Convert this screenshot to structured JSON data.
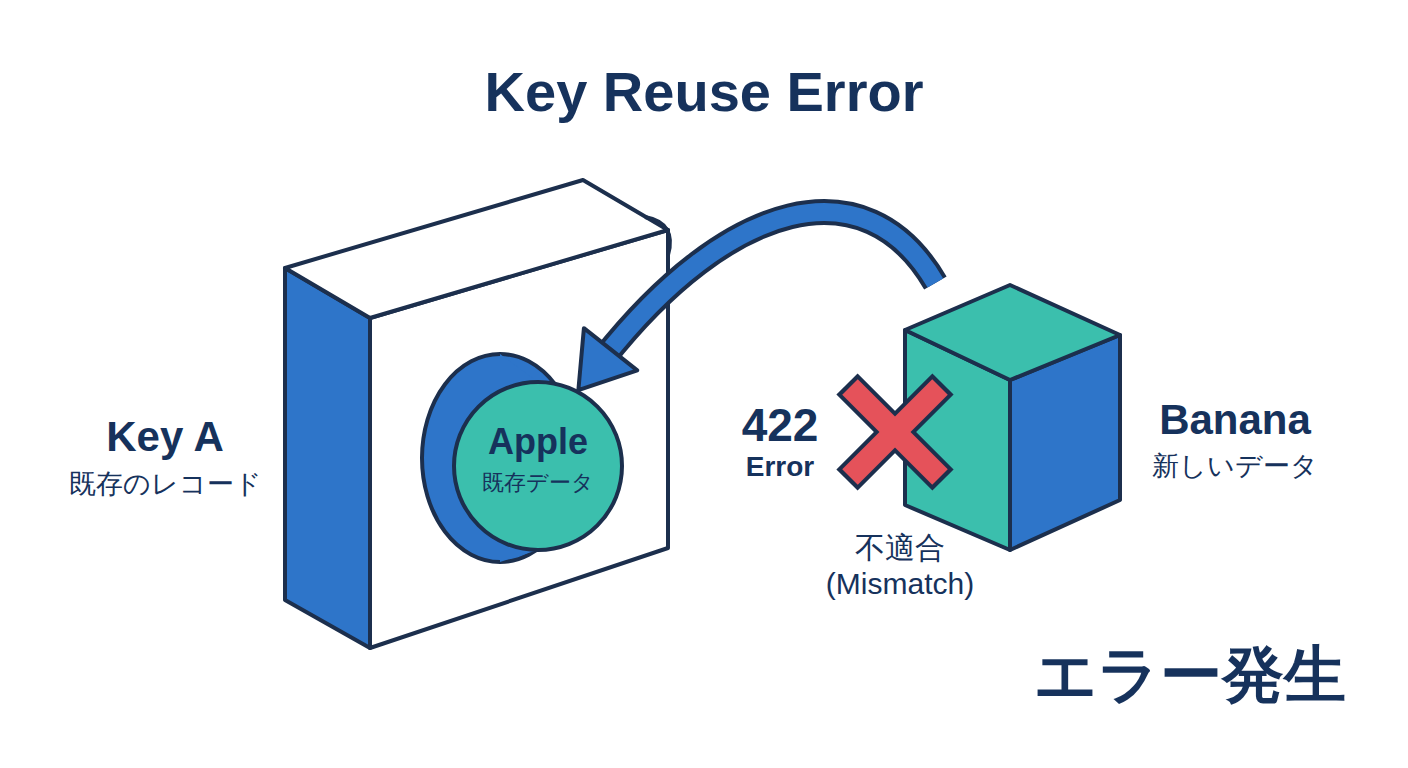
{
  "diagram": {
    "title": "Key Reuse Error",
    "nodes": [
      {
        "text": [
          "Key A",
          "既存のレコード"
        ]
      },
      {
        "text": [
          "Apple",
          "既存データ"
        ],
        "in": 0
      },
      {
        "text": [
          "Banana",
          "新しいデータ"
        ]
      }
    ],
    "edges": [
      {
        "from": 2,
        "to": 1,
        "arrow": "to"
      }
    ],
    "labels": [
      "422",
      "Error",
      "不適合 (Mismatch)",
      "エラー発生"
    ]
  }
}
